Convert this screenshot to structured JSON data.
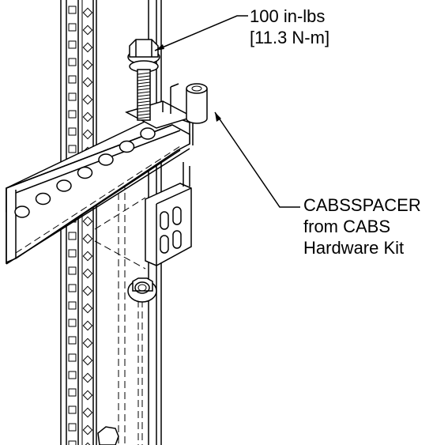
{
  "callouts": {
    "torque": {
      "line1": "100 in-lbs",
      "line2": "[11.3 N-m]"
    },
    "spacer": {
      "line1": "CABSSPACER",
      "line2": "from CABS",
      "line3": "Hardware Kit"
    }
  },
  "colors": {
    "ink": "#000000",
    "background": "#ffffff"
  }
}
